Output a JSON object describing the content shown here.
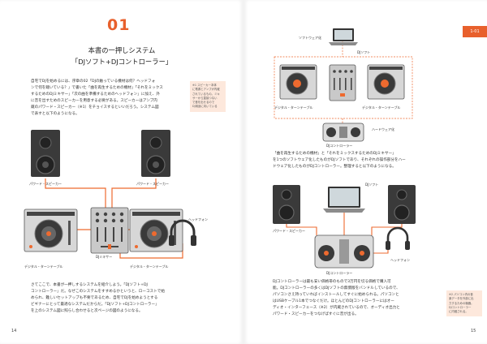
{
  "left": {
    "chapter_number": "01",
    "title_line1": "本書の一押しシステム",
    "title_line2": "「DJソフト+DJコントローラー」",
    "intro": [
      "自宅でDJを始めるには、序章の02「DJの触っている機材は何？ヘッドフォ",
      "ンで何を聴いている？」で書いた「曲を再生するための機材」「それをミックス",
      "するためのDJミキサー」「次の曲を準備するためのヘッドフォン」に加え、外",
      "に音を出すためのスピーカーを用意する必要がある。スピーカーはアンプ内",
      "蔵のパワード・スピーカー（※1）をチョイスするといいだろう。システム図",
      "で表すと以下のようになる。"
    ],
    "note1": [
      "※1 スピーカー本体",
      "に電源とアンプが内蔵",
      "されているもの。ミキ",
      "サーから直接つない",
      "で音を出せるので",
      "DJ用途に向いている"
    ],
    "label_speaker_left": "パワード・スピーカー",
    "label_speaker_right": "パワード・スピーカー",
    "label_headphone": "ヘッドフォン",
    "label_turntable_left": "デジタル・ターンテーブル",
    "label_mixer": "DJミキサー",
    "label_turntable_right": "デジタル・ターンテーブル",
    "para2": [
      "さてここで、本書が一押しするシステムを紹介しよう。「DJソフト+DJ",
      "コントローラー」だ。なぜこのシステムをすすめるかというと、ローコストで始",
      "められ、難しいセットアップも不要であるため、自宅でDJを始めようとする",
      "ビギナーにとって最適なシステムだからだ。「DJソフト+DJコントローラー」",
      "を上のシステム図に照らし合わせると次ページの図のようになる。"
    ],
    "page_number": "14"
  },
  "right": {
    "chapter_tab": "1-01",
    "label_software_card": "ソフトウェア化",
    "label_dj_software": "DJソフト",
    "label_turntable_left": "デジタル・ターンテーブル",
    "label_turntable_right": "デジタル・ターンテーブル",
    "label_hardware_card": "ハードウェア化",
    "label_dj_controller": "DJコントローラー",
    "para1": [
      "「曲を再生するための機材」と「それをミックスするためのDJミキサー」",
      "を1つのソフトウェア化したものがDJソフトであり、それぞれの操作部分をハー",
      "ドウェア化したものがDJコントローラー。整理すると以下のようになる。"
    ],
    "label_dj_software2": "DJソフト",
    "label_speaker": "パワード・スピーカー",
    "label_headphone": "ヘッドフォン",
    "label_dj_controller2": "DJコントローラー",
    "para2": [
      "DJコントローラーは最も安い価格帯のもので3万円を切る価格で購入可",
      "能。DJコントローラーの多くはDJソフトの無償版をバンドルしているので、",
      "パソコンさえ持っていればインストールしてすぐに始められる。パソコンと",
      "はUSBケーブル1本でつなぐだけ。ほとんどのDJコントローラーにはオー",
      "ディオ・インターフェース（※2）が内蔵されているので、オーディオ出力と",
      "パワード・スピーカーをつなげばすぐに音が出る。"
    ],
    "note2": [
      "※2 パソコン内の音",
      "楽データを外部に出",
      "力するための機器。",
      "DJコントローラー",
      "に内蔵される。"
    ],
    "page_number": "15"
  }
}
